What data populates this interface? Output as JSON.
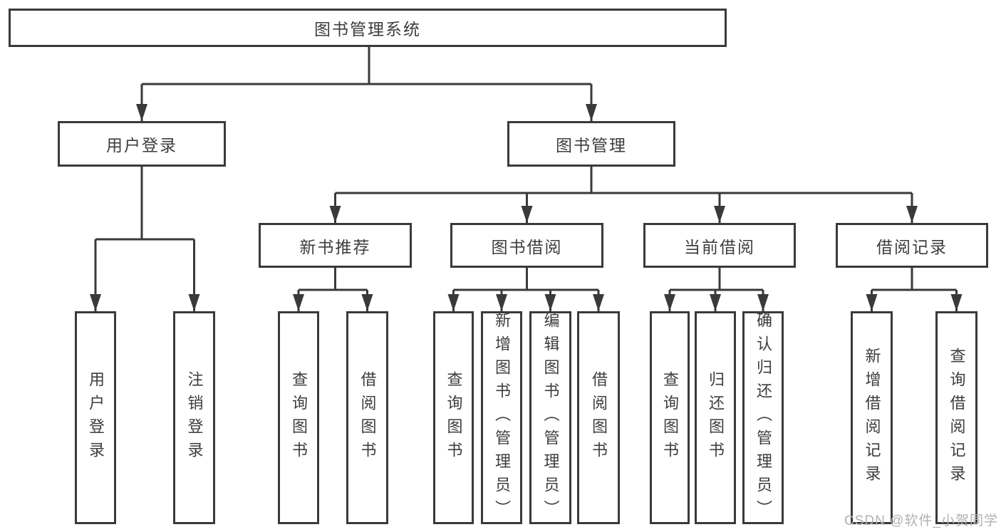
{
  "colors": {
    "line": "#3a3a3a",
    "text": "#3d3d3d",
    "box-bg": "#ffffff",
    "watermark": "#b3b0b0"
  },
  "watermark": {
    "text": "CSDN @软件_小贺同学"
  },
  "diagram": {
    "root": {
      "label": "图书管理系统"
    },
    "level2": [
      {
        "id": "user-login",
        "label": "用户登录"
      },
      {
        "id": "book-management",
        "label": "图书管理"
      }
    ],
    "level3": [
      {
        "id": "new-book-recommendation",
        "label": "新书推荐",
        "parent": "book-management"
      },
      {
        "id": "book-borrowing",
        "label": "图书借阅",
        "parent": "book-management"
      },
      {
        "id": "current-borrowing",
        "label": "当前借阅",
        "parent": "book-management"
      },
      {
        "id": "borrowing-records",
        "label": "借阅记录",
        "parent": "book-management"
      }
    ],
    "leaves": [
      {
        "parent": "user-login",
        "label": "用户登录"
      },
      {
        "parent": "user-login",
        "label": "注销登录"
      },
      {
        "parent": "new-book-recommendation",
        "label": "查询图书"
      },
      {
        "parent": "new-book-recommendation",
        "label": "借阅图书"
      },
      {
        "parent": "book-borrowing",
        "label": "查询图书"
      },
      {
        "parent": "book-borrowing",
        "label": "新增图书（管理员）"
      },
      {
        "parent": "book-borrowing",
        "label": "编辑图书（管理员）"
      },
      {
        "parent": "book-borrowing",
        "label": "借阅图书"
      },
      {
        "parent": "current-borrowing",
        "label": "查询图书"
      },
      {
        "parent": "current-borrowing",
        "label": "归还图书"
      },
      {
        "parent": "current-borrowing",
        "label": "确认归还（管理员）"
      },
      {
        "parent": "borrowing-records",
        "label": "新增借阅记录"
      },
      {
        "parent": "borrowing-records",
        "label": "查询借阅记录"
      }
    ]
  }
}
